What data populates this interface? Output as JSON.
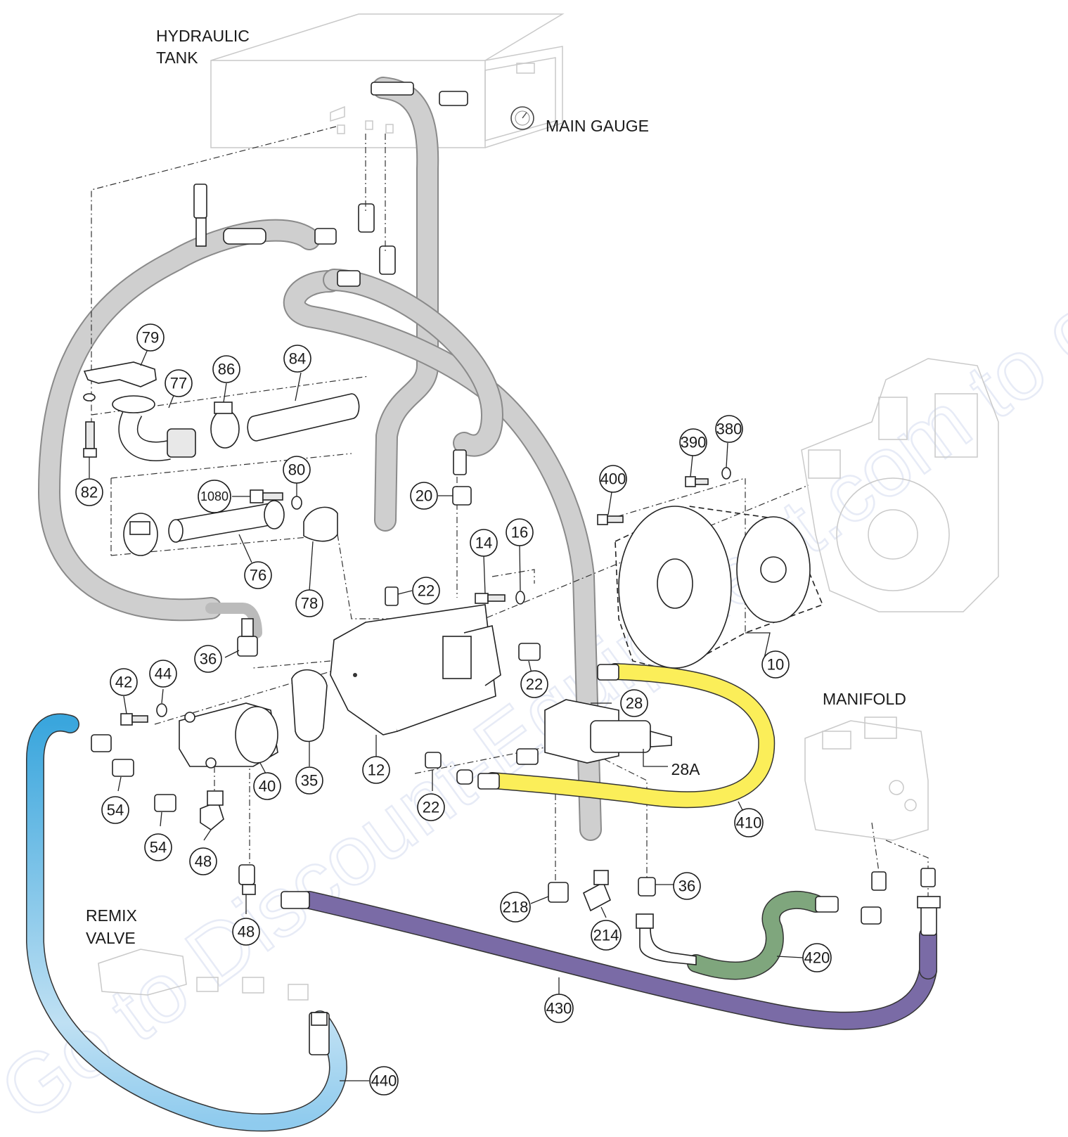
{
  "labels": {
    "hydraulic_tank": [
      "HYDRAULIC",
      "TANK"
    ],
    "main_gauge": "MAIN GAUGE",
    "manifold": "MANIFOLD",
    "remix_valve": [
      "REMIX",
      "VALVE"
    ]
  },
  "callouts": [
    "79",
    "77",
    "86",
    "84",
    "82",
    "80",
    "1080",
    "76",
    "78",
    "20",
    "22",
    "14",
    "16",
    "400",
    "390",
    "380",
    "10",
    "36",
    "42",
    "44",
    "40",
    "35",
    "12",
    "22",
    "28",
    "28A",
    "54",
    "54",
    "48",
    "22",
    "410",
    "48",
    "218",
    "214",
    "36",
    "420",
    "430",
    "440"
  ],
  "hose_colors": {
    "gray": "#cdcdcd",
    "yellow": "#fbee59",
    "blue": "#3aa6dd",
    "purple": "#7a6ba6",
    "green": "#7fa67d"
  },
  "watermark": "Go to Discount-Equipment.com to order your parts"
}
